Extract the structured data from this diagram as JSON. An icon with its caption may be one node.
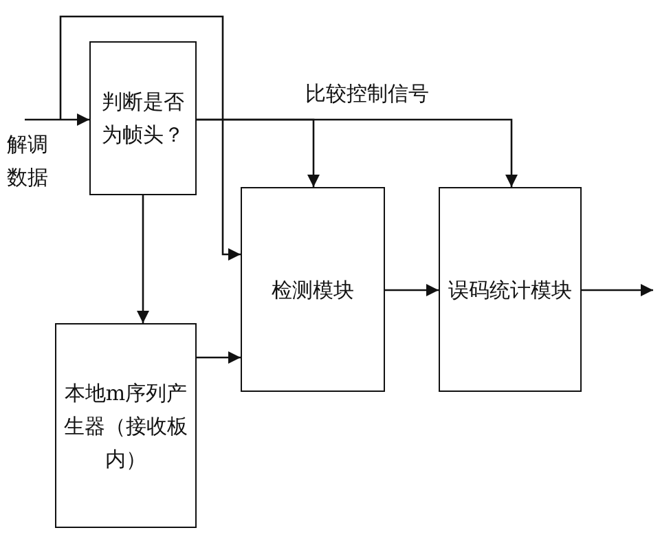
{
  "diagram": {
    "nodes": [
      {
        "text": [
          "解调数据"
        ]
      },
      {
        "text": [
          "判断是否为帧头？"
        ]
      },
      {
        "text": [
          "本地m序列产生器（接收板内）"
        ]
      },
      {
        "text": [
          "检测模块"
        ]
      },
      {
        "text": [
          "误码统计模块"
        ]
      }
    ],
    "edges": [
      {
        "from": 0,
        "to": 1,
        "arrow": "to"
      },
      {
        "from": 0,
        "to": 3,
        "arrow": "to"
      },
      {
        "from": 1,
        "to": 2,
        "arrow": "to"
      },
      {
        "from": 1,
        "to": 3,
        "arrow": "to"
      },
      {
        "from": 1,
        "to": 4,
        "arrow": "to"
      },
      {
        "from": 2,
        "to": 3,
        "arrow": "to"
      },
      {
        "from": 3,
        "to": 4,
        "arrow": "to"
      },
      {
        "from": 4,
        "to": null,
        "arrow": "to"
      }
    ],
    "labels": [
      "比较控制信号"
    ]
  }
}
